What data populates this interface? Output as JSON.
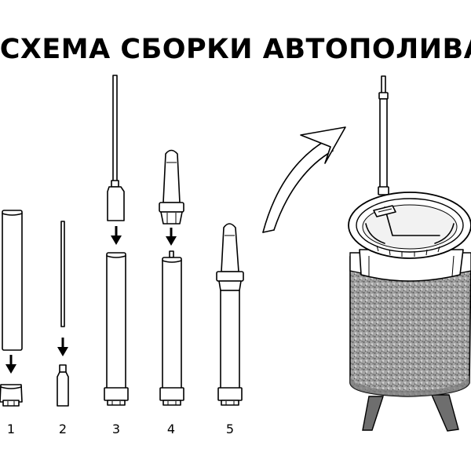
{
  "title": "СХЕМА СБОРКИ АВТОПОЛИВА",
  "steps": [
    {
      "label": "1"
    },
    {
      "label": "2"
    },
    {
      "label": "3"
    },
    {
      "label": "4"
    },
    {
      "label": "5"
    }
  ],
  "colors": {
    "ink": "#000000",
    "background": "#ffffff",
    "pot_texture": "#8c8c8c",
    "leg": "#6e6e6e"
  }
}
